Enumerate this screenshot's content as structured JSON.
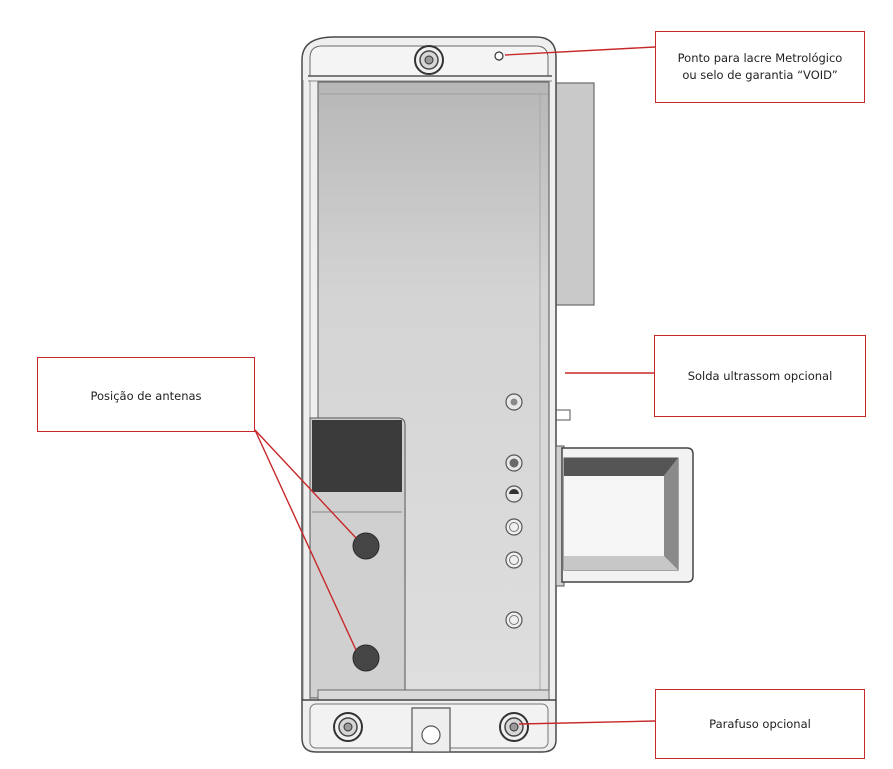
{
  "callouts": {
    "seal": {
      "line1": "Ponto para lacre Metrológico",
      "line2": "ou selo de garantia “VOID”"
    },
    "ultrasonic": "Solda ultrassom opcional",
    "antennas": "Posição de antenas",
    "screw": "Parafuso opcional"
  },
  "colors": {
    "leader": "#c8282a",
    "body_light": "#dcdcdc",
    "body_dark": "#b5b5b5",
    "outline": "#555555",
    "antenna_block": "#3a3a3a",
    "antenna_dot": "#424242"
  }
}
